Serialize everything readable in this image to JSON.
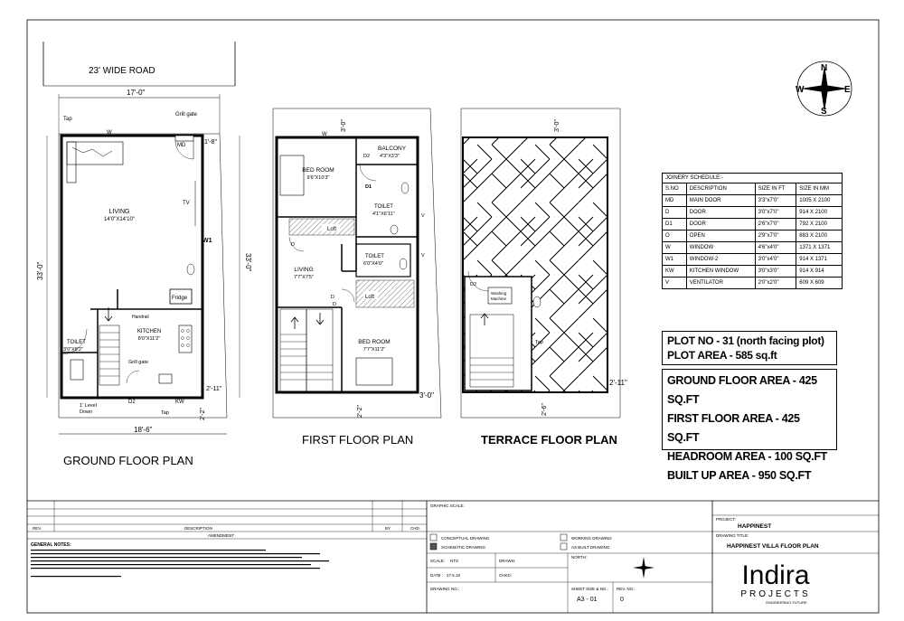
{
  "road": "23' WIDE ROAD",
  "plans": {
    "ground": {
      "title": "GROUND FLOOR PLAN",
      "dim_top": "17'-0\"",
      "dim_bottom": "18'-6\"",
      "dim_left": "33'-0\"",
      "dim_right": "33'-0\"",
      "dim_right_small_top": "1'-8\"",
      "dim_right_small_bottom": "2'-11\"",
      "dim_bottom_small": "2'-2\"",
      "living_name": "LIVING",
      "living_size": "14'0\"X14'10\"",
      "kitchen_name": "KITCHEN",
      "kitchen_size": "8'0\"X11'2\"",
      "toilet_name": "TOILET",
      "toilet_size": "3'0\"X8'2\"",
      "fridge": "Fridge",
      "handrail": "Handrail",
      "grill_gate_top": "Grill gate",
      "grill_gate_mid": "Grill gate",
      "tap_top": "Tap",
      "tap_bottom": "Tap",
      "tv": "TV",
      "w": "W",
      "w1": "W1",
      "md": "MD",
      "d2": "D2",
      "kw": "KW",
      "level_1": "1' Level",
      "level_2": "Down"
    },
    "first": {
      "title": "FIRST FLOOR PLAN",
      "dim_top": "3'-0\"",
      "dim_right": "3'-0\"",
      "dim_bottom": "2'-2\"",
      "bedroom1_name": "BED ROOM",
      "bedroom1_size": "9'6\"X10'3\"",
      "balcony_name": "BALCONY",
      "balcony_size": "4'3\"X3'3\"",
      "toilet1_name": "TOILET",
      "toilet1_size": "4'1\"X6'11\"",
      "toilet2_name": "TOILET",
      "toilet2_size": "6'0\"X4'0\"",
      "living_name": "LIVING",
      "living_size": "7'7\"X7'5\"",
      "bedroom2_name": "BED ROOM",
      "bedroom2_size": "7'7\"X11'2\"",
      "loft1": "Loft",
      "loft2": "Loft",
      "w": "W",
      "v1": "V",
      "v2": "V",
      "d": "D",
      "d_2": "D",
      "d_lower": "D",
      "d1": "D1",
      "d2": "D2"
    },
    "terrace": {
      "title": "TERRACE FLOOR PLAN",
      "dim_top": "3'-0\"",
      "dim_right": "2'-11\"",
      "dim_bottom": "2'-6\"",
      "washing_1": "Washing",
      "washing_2": "Machine",
      "tap": "Tap",
      "d2": "D2"
    }
  },
  "compass": {
    "n": "N",
    "s": "S",
    "e": "E",
    "w": "W"
  },
  "joinery": {
    "title": "JOINERY SCHEDULE:-",
    "headers": [
      "S.NO",
      "DESCRIPTION",
      "SIZE IN FT",
      "SIZE IN MM"
    ],
    "rows": [
      [
        "MD",
        "MAIN DOOR",
        "3'3\"x7'0\"",
        "1005 X 2100"
      ],
      [
        "D",
        "DOOR",
        "3'0\"x7'0\"",
        "914 X 2100"
      ],
      [
        "D1",
        "DOOR",
        "2'6\"x7'0\"",
        "792 X 2100"
      ],
      [
        "O",
        "OPEN",
        "2'9\"x7'0\"",
        "883 X 2100"
      ],
      [
        "W",
        "WINDOW",
        "4'6\"x4'0\"",
        "1371 X 1371"
      ],
      [
        "W1",
        "WINDOW-2",
        "3'0\"x4'0\"",
        "914 X 1371"
      ],
      [
        "KW",
        "KITCHEN WINDOW",
        "3'0\"x3'0\"",
        "914 X 914"
      ],
      [
        "V",
        "VENTILATOR",
        "2'0\"x2'0\"",
        "609 X 609"
      ]
    ]
  },
  "plot": {
    "line1": "PLOT NO - 31 (north facing plot)",
    "line2": "PLOT AREA - 585 sq.ft"
  },
  "areas": [
    "GROUND FLOOR AREA - 425 SQ.FT",
    "FIRST FLOOR AREA - 425 SQ.FT",
    "HEADROOM AREA - 100 SQ.FT",
    "BUILT UP AREA - 950 SQ.FT"
  ],
  "titleblock": {
    "rev": "REV.",
    "description": "DESCRIPTION",
    "by": "BY",
    "chd": "CHD.",
    "amendment": "AMENDMENT",
    "general_notes": "GENERAL NOTES:",
    "graphic_scale": "GRAPHIC SCALE:",
    "conceptual": "CONCEPTUAL DRAWING",
    "schematic": "SCHEMATIC DRAWING",
    "working": "WORKING DRAWING",
    "as_built": "AS BUILT DRAWING",
    "scale_label": "SCALE:",
    "scale_value": "NTS",
    "drawn_label": "DRAWN:",
    "date_label": "DATE :",
    "date_value": "27.5.18",
    "chkd_label": "CHKD:",
    "drawing_no": "DRAWING NO.:",
    "north": "NORTH:",
    "sheet_label": "SHEET SIZE & NO.:",
    "rev_no_label": "REV. NO.:",
    "sheet_value": "A3 - 01",
    "rev_value": "0",
    "project_label": "PROJECT:",
    "project_value": "HAPPINEST",
    "drawing_title_label": "DRAWING TITLE:",
    "drawing_title_value": "HAPPINEST VILLA FLOOR PLAN",
    "logo_main": "Indira",
    "logo_sub": "PROJECTS",
    "logo_tag": "ENGINEERING FUTURE"
  }
}
